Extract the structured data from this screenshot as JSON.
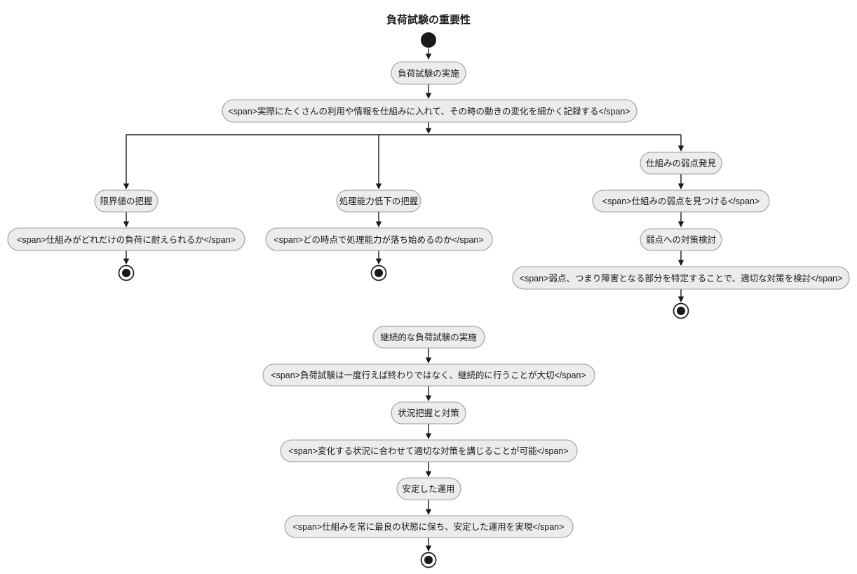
{
  "diagram": {
    "title": "負荷試験の重要性",
    "type": "flowchart",
    "direction": "top-down",
    "background_color": "#ffffff",
    "node_fill_color": "#ececec",
    "node_stroke_color": "#9c9c9c",
    "edge_color": "#1a1a1a",
    "start_marker": "filled-circle",
    "end_marker": "bullseye-circle"
  },
  "nodes": {
    "start": {
      "label": "",
      "shape": "start-circle"
    },
    "n1": {
      "label": "負荷試験の実施",
      "shape": "stadium"
    },
    "n2": {
      "label": "<span>実際にたくさんの利用や情報を仕組みに入れて、その時の動きの変化を細かく記録する</span>",
      "shape": "stadium"
    },
    "b1_1": {
      "label": "限界値の把握",
      "shape": "stadium"
    },
    "b1_2": {
      "label": "<span>仕組みがどれだけの負荷に耐えられるか</span>",
      "shape": "stadium"
    },
    "b1_end": {
      "label": "",
      "shape": "end-circle"
    },
    "b2_1": {
      "label": "処理能力低下の把握",
      "shape": "stadium"
    },
    "b2_2": {
      "label": "<span>どの時点で処理能力が落ち始めるのか</span>",
      "shape": "stadium"
    },
    "b2_end": {
      "label": "",
      "shape": "end-circle"
    },
    "b3_1": {
      "label": "仕組みの弱点発見",
      "shape": "stadium"
    },
    "b3_2": {
      "label": "<span>仕組みの弱点を見つける</span>",
      "shape": "stadium"
    },
    "b3_3": {
      "label": "弱点への対策検討",
      "shape": "stadium"
    },
    "b3_4": {
      "label": "<span>弱点、つまり障害となる部分を特定することで、適切な対策を検討</span>",
      "shape": "stadium"
    },
    "b3_end": {
      "label": "",
      "shape": "end-circle"
    },
    "c1": {
      "label": "継続的な負荷試験の実施",
      "shape": "stadium"
    },
    "c2": {
      "label": "<span>負荷試験は一度行えば終わりではなく、継続的に行うことが大切</span>",
      "shape": "stadium"
    },
    "c3": {
      "label": "状況把握と対策",
      "shape": "stadium"
    },
    "c4": {
      "label": "<span>変化する状況に合わせて適切な対策を講じることが可能</span>",
      "shape": "stadium"
    },
    "c5": {
      "label": "安定した運用",
      "shape": "stadium"
    },
    "c6": {
      "label": "<span>仕組みを常に最良の状態に保ち、安定した運用を実現</span>",
      "shape": "stadium"
    },
    "c_end": {
      "label": "",
      "shape": "end-circle"
    }
  },
  "edges": [
    {
      "from": "start",
      "to": "n1"
    },
    {
      "from": "n1",
      "to": "n2"
    },
    {
      "from": "n2",
      "to": "fork"
    },
    {
      "from": "fork",
      "to": "b1_1"
    },
    {
      "from": "fork",
      "to": "b2_1"
    },
    {
      "from": "fork",
      "to": "b3_1"
    },
    {
      "from": "b1_1",
      "to": "b1_2"
    },
    {
      "from": "b1_2",
      "to": "b1_end"
    },
    {
      "from": "b2_1",
      "to": "b2_2"
    },
    {
      "from": "b2_2",
      "to": "b2_end"
    },
    {
      "from": "b3_1",
      "to": "b3_2"
    },
    {
      "from": "b3_2",
      "to": "b3_3"
    },
    {
      "from": "b3_3",
      "to": "b3_4"
    },
    {
      "from": "b3_4",
      "to": "b3_end"
    },
    {
      "from": "c1",
      "to": "c2"
    },
    {
      "from": "c2",
      "to": "c3"
    },
    {
      "from": "c3",
      "to": "c4"
    },
    {
      "from": "c4",
      "to": "c5"
    },
    {
      "from": "c5",
      "to": "c6"
    },
    {
      "from": "c6",
      "to": "c_end"
    }
  ]
}
